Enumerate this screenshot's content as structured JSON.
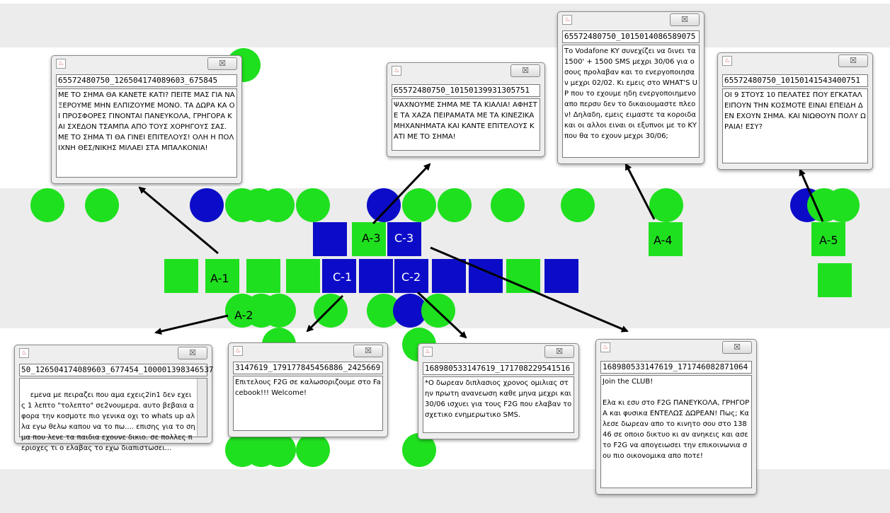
{
  "labels": {
    "a1": "A-1",
    "a2": "A-2",
    "a3": "A-3",
    "a4": "A-4",
    "a5": "A-5",
    "c1": "C-1",
    "c2": "C-2",
    "c3": "C-3"
  },
  "windows": [
    {
      "id": "65572480750_126504174089603_675845",
      "text": "ΜΕ ΤΟ ΣΗΜΑ ΘΑ ΚΑΝΕΤΕ ΚΑΤΙ? ΠΕΙΤΕ ΜΑΣ ΓΙΑ ΝΑ ΞΕΡΟΥΜΕ ΜΗΝ ΕΛΠΙΖΟΥΜΕ ΜΟΝΟ. ΤΑ ΔΩΡΑ ΚΑ ΟΙ ΠΡΟΣΦΟΡΕΣ ΓΙΝΟΝΤΑΙ ΠΑΝΕΥΚΟΛΑ, ΓΡΗΓΟΡΑ ΚΑΙ ΣΧΕΔΟΝ ΤΣΑΜΠΑ ΑΠΟ ΤΟΥΣ ΧΟΡΗΓΟΥΣ ΣΑΣ. ΜΕ ΤΟ ΣΗΜΑ ΤΙ ΘΑ ΓΙΝΕΙ ΕΠΙΤΕΛΟΥΣ! ΟΛΗ Η ΠΟΛΙΧΝΗ ΘΕΣ/ΝΙΚΗΣ ΜΙΛΑΕΙ ΣΤΑ ΜΠΑΛΚΟΝΙΑ!"
    },
    {
      "id": "65572480750_10150139931305751",
      "text": "ΨΑΧΝΟΥΜΕ ΣΗΜΑ ΜΕ ΤΑ ΚΙΑΛΙΑ! ΑΦΗΣΤΕ ΤΑ ΧΑΖΑ ΠΕΙΡΑΜΑΤΑ ΜΕ ΤΑ ΚΙΝΕΖΙΚΑ ΜΗΧΑΝΗΜΑΤΑ ΚΑΙ ΚΑΝΤΕ ΕΠΙΤΕΛΟΥΣ ΚΑΤΙ ΜΕ ΤΟ ΣΗΜΑ!"
    },
    {
      "id": "65572480750_1015014086589075",
      "text": "Το Vodafone KY συνεχίζει να δινει τα 1500' + 1500 SMS μεχρι 30/06 για οσους προλαβαν και το ενεργοποιησαν μεχρι 02/02. Κι εμεις στο WHAT'S UP που το εχουμε ηδη ενεργοποιημενο απο περσυ δεν το δικαιουμαστε πλεον! Δηλαδη, εμεις ειμαστε τα κοροιδα και οι αλλοι ειναι οι εξυπνοι με το ΚΥ που θα το εχουν μεχρι 30/06;"
    },
    {
      "id": "65572480750_10150141543400751",
      "text": "ΟΙ 9 ΣΤΟΥΣ 10 ΠΕΛΑΤΕΣ ΠΟΥ ΕΓΚΑΤΑΛΕΙΠΟΥΝ ΤΗΝ ΚΟΣΜΟΤΕ ΕΙΝΑΙ ΕΠΕΙΔΗ ΔΕΝ ΕΧΟΥΝ ΣΗΜΑ. ΚΑΙ ΝΙΩΘΟΥΝ ΠΟΛΥ ΩΡΑΙΑ! ΕΣΥ?"
    },
    {
      "id": "50_126504174089603_677454_100001398346537",
      "text": "εμενα με πειραζει που αμα εχεις2in1 δεν εχεις 1 λεπτο \"τολεπτο\" σε2νουμερα. αυτο βεβαια αφορα την κοσμοτε πιο γενικα οχι το whats up αλλα εγω θελω καπου να το πω.... επισης για το σημα που λενε τα παιδια εχουνε δικιο. σε πολλες περιοχες τι ο ελαβας το εχω διαπιστωσει..."
    },
    {
      "id": "3147619_179177845456886_2425669",
      "text": "Επιτελους F2G σε καλωσοριζουμε στο Facebook!!! Welcome!"
    },
    {
      "id": "168980533147619_171708229541516",
      "text": "*Ο δωρεαν διπλασιος χρονος ομιλιας στην πρωτη ανανεωση καθε μηνα μεχρι και 30/06 ισχυει για τους F2G που ελαβαν το σχετικο ενημερωτικο SMS."
    },
    {
      "id": "168980533147619_171746082871064",
      "text": "Join the CLUB!\n\nΕλα κι εσυ στο F2G ΠΑΝΕΥΚΟΛΑ, ΓΡΗΓΟΡΑ και φυσικα ΕΝΤΕΛΩΣ ΔΩΡΕΑΝ! Πως; Καλεσε δωρεαν απο το κινητο σου στο 13846 σε οποιο δικτυο κι αν ανηκεις και ασε το F2G να απογειωσει την επικοινωνια σου πιο οικονομικα απο ποτε!"
    }
  ],
  "close_glyph": "☒",
  "java_icon": "♨",
  "colors": {
    "green": "#1fe01f",
    "blue": "#0c0cc8",
    "band": "#ececec"
  }
}
